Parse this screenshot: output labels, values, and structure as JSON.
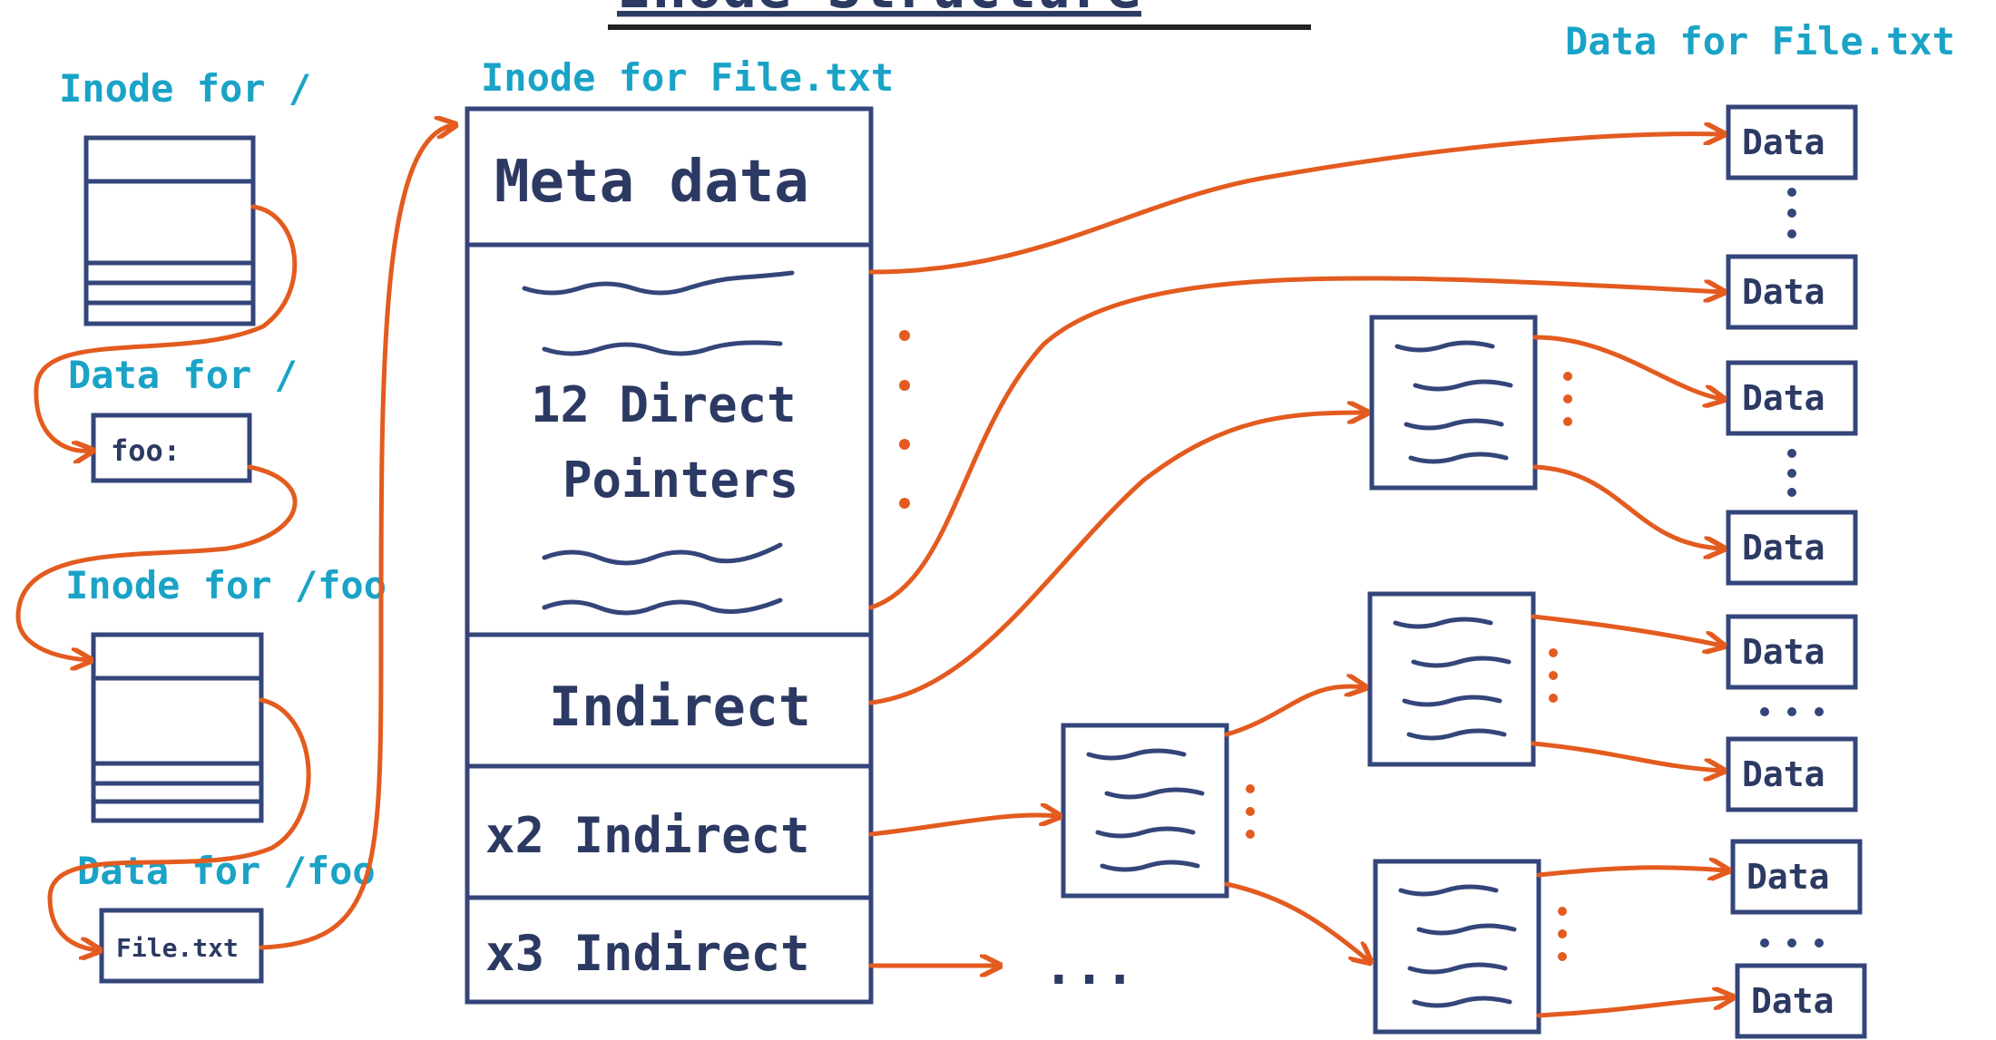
{
  "title": "Inode Structure",
  "labels": {
    "inode_root": "Inode for /",
    "data_root": "Data for /",
    "inode_foo": "Inode for /foo",
    "data_foo": "Data for /foo",
    "inode_file": "Inode for File.txt",
    "data_file": "Data for File.txt"
  },
  "entries": {
    "root_dir_entry": "foo:",
    "foo_dir_entry": "File.txt"
  },
  "inode_rows": {
    "metadata": "Meta data",
    "direct_line1": "12 Direct",
    "direct_line2": "Pointers",
    "indirect": "Indirect",
    "double_indirect": "x2 Indirect",
    "triple_indirect": "x3 Indirect"
  },
  "data_block_label": "Data",
  "ellipsis": "...",
  "colors": {
    "label_cyan": "#1aa3c7",
    "box_navy": "#34457a",
    "arrow_orange": "#e35b1f"
  }
}
